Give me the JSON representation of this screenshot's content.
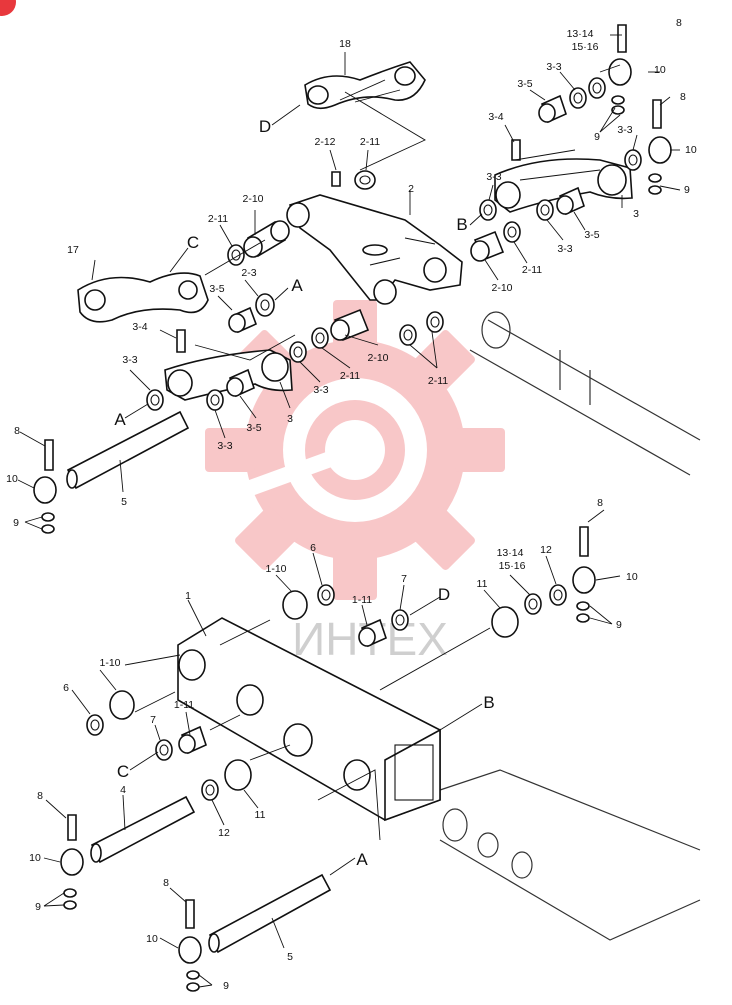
{
  "watermark": {
    "text": "ИНТЕХ",
    "color": "#e8383d"
  },
  "callouts": [
    {
      "id": "c18",
      "label": "18"
    },
    {
      "id": "cD_top",
      "label": "D"
    },
    {
      "id": "c13_14_a",
      "label": "13·14"
    },
    {
      "id": "c15_16_a",
      "label": "15·16"
    },
    {
      "id": "c8_a",
      "label": "8"
    },
    {
      "id": "c10_a",
      "label": "10"
    },
    {
      "id": "c3_3_a",
      "label": "3-3"
    },
    {
      "id": "c3_5_a",
      "label": "3-5"
    },
    {
      "id": "c9_a",
      "label": "9"
    },
    {
      "id": "c8_b",
      "label": "8"
    },
    {
      "id": "c3_3_b",
      "label": "3-3"
    },
    {
      "id": "c10_b",
      "label": "10"
    },
    {
      "id": "c3_4_a",
      "label": "3-4"
    },
    {
      "id": "c9_b",
      "label": "9"
    },
    {
      "id": "c2_12",
      "label": "2-12"
    },
    {
      "id": "c2_11_a",
      "label": "2-11"
    },
    {
      "id": "c2",
      "label": "2"
    },
    {
      "id": "c3_3_c",
      "label": "3-3"
    },
    {
      "id": "cB_top",
      "label": "B"
    },
    {
      "id": "c3_a",
      "label": "3"
    },
    {
      "id": "c3_5_b",
      "label": "3-5"
    },
    {
      "id": "c3_3_d",
      "label": "3-3"
    },
    {
      "id": "c2_10_a",
      "label": "2-10"
    },
    {
      "id": "c2_11_b",
      "label": "2-11"
    },
    {
      "id": "c2_11_c",
      "label": "2-11"
    },
    {
      "id": "c2_10_b",
      "label": "2-10"
    },
    {
      "id": "c17",
      "label": "17"
    },
    {
      "id": "cC_top",
      "label": "C"
    },
    {
      "id": "c2_3",
      "label": "2-3"
    },
    {
      "id": "c3_5_c",
      "label": "3-5"
    },
    {
      "id": "cA_top",
      "label": "A"
    },
    {
      "id": "c3_4_b",
      "label": "3-4"
    },
    {
      "id": "c2_10_c",
      "label": "2-10"
    },
    {
      "id": "c2_11_d",
      "label": "2-11"
    },
    {
      "id": "c2_11_e",
      "label": "2-11"
    },
    {
      "id": "c3_3_e",
      "label": "3-3"
    },
    {
      "id": "c3_3_f",
      "label": "3-3"
    },
    {
      "id": "cA_mid",
      "label": "A"
    },
    {
      "id": "c3_b",
      "label": "3"
    },
    {
      "id": "c3_5_d",
      "label": "3-5"
    },
    {
      "id": "c3_3_g",
      "label": "3-3"
    },
    {
      "id": "c8_c",
      "label": "8"
    },
    {
      "id": "c10_c",
      "label": "10"
    },
    {
      "id": "c5_a",
      "label": "5"
    },
    {
      "id": "c9_c",
      "label": "9"
    },
    {
      "id": "c8_d",
      "label": "8"
    },
    {
      "id": "c6_a",
      "label": "6"
    },
    {
      "id": "c1_10_a",
      "label": "1-10"
    },
    {
      "id": "c7_a",
      "label": "7"
    },
    {
      "id": "c1_11_a",
      "label": "1-11"
    },
    {
      "id": "cD_low",
      "label": "D"
    },
    {
      "id": "c13_14_b",
      "label": "13·14"
    },
    {
      "id": "c15_16_b",
      "label": "15·16"
    },
    {
      "id": "c12_a",
      "label": "12"
    },
    {
      "id": "c11_a",
      "label": "11"
    },
    {
      "id": "c10_d",
      "label": "10"
    },
    {
      "id": "c9_d",
      "label": "9"
    },
    {
      "id": "c1",
      "label": "1"
    },
    {
      "id": "c1_10_b",
      "label": "1-10"
    },
    {
      "id": "c6_b",
      "label": "6"
    },
    {
      "id": "c1_11_b",
      "label": "1-11"
    },
    {
      "id": "c7_b",
      "label": "7"
    },
    {
      "id": "cB_low",
      "label": "B"
    },
    {
      "id": "cC_low",
      "label": "C"
    },
    {
      "id": "c8_e",
      "label": "8"
    },
    {
      "id": "c4",
      "label": "4"
    },
    {
      "id": "c12_b",
      "label": "12"
    },
    {
      "id": "c11_b",
      "label": "11"
    },
    {
      "id": "c10_e",
      "label": "10"
    },
    {
      "id": "c9_e",
      "label": "9"
    },
    {
      "id": "cA_low",
      "label": "A"
    },
    {
      "id": "c8_f",
      "label": "8"
    },
    {
      "id": "c10_f",
      "label": "10"
    },
    {
      "id": "c5_b",
      "label": "5"
    },
    {
      "id": "c9_f",
      "label": "9"
    }
  ]
}
